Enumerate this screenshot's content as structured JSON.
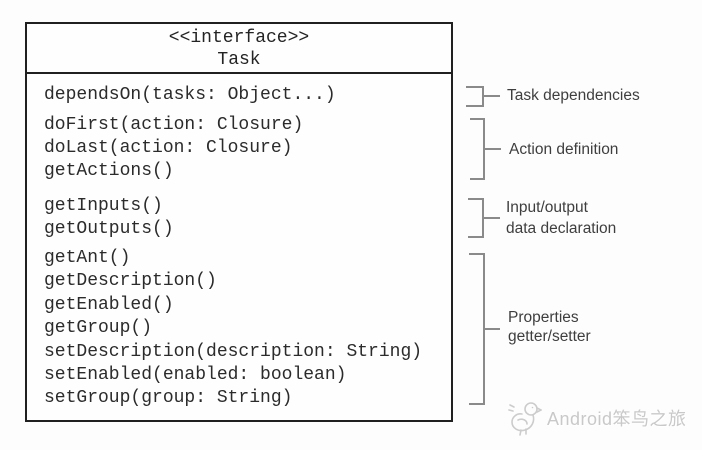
{
  "uml_box": {
    "stereotype": "<<interface>>",
    "name": "Task",
    "method_groups": [
      {
        "methods": [
          "dependsOn(tasks: Object...)"
        ]
      },
      {
        "methods": [
          "doFirst(action: Closure)",
          "doLast(action: Closure)",
          "getActions()"
        ]
      },
      {
        "methods": [
          "getInputs()",
          "getOutputs()"
        ]
      },
      {
        "methods": [
          "getAnt()",
          "getDescription()",
          "getEnabled()",
          "getGroup()",
          "setDescription(description: String)",
          "setEnabled(enabled: boolean)",
          "setGroup(group: String)"
        ]
      }
    ]
  },
  "annotations": [
    {
      "label": "Task dependencies",
      "lines": [
        "Task dependencies"
      ]
    },
    {
      "label": "Action definition",
      "lines": [
        "Action definition"
      ]
    },
    {
      "label": "Input/output data declaration",
      "lines": [
        "Input/output",
        "data declaration"
      ]
    },
    {
      "label": "Properties getter/setter",
      "lines": [
        "Properties",
        "getter/setter"
      ]
    }
  ],
  "watermark": {
    "icon": "bird-icon",
    "text": "Android笨鸟之旅"
  },
  "colors": {
    "background": "#fdfdfd",
    "box_border": "#202020",
    "method_text": "#2b2b2b",
    "bracket_line": "#8a8a8a",
    "annotation_text": "#3e3e3e",
    "watermark_text": "#c9c9c9"
  }
}
